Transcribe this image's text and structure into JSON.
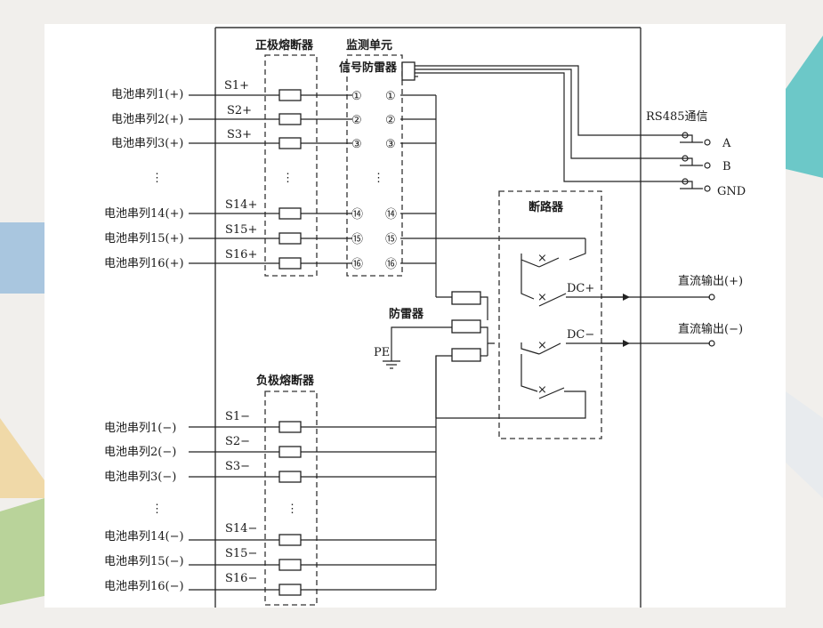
{
  "diagram": {
    "labels": {
      "pos_fuse": "正极熔断器",
      "neg_fuse": "负极熔断器",
      "monitor": "监测单元",
      "signal_surge": "信号防雷器",
      "breaker": "断路器",
      "surge": "防雷器",
      "rs485": "RS485通信",
      "pe": "PE",
      "dc_pos": "DC+",
      "dc_neg": "DC−",
      "out_pos": "直流输出(+)",
      "out_neg": "直流输出(−)",
      "term_a": "A",
      "term_b": "B",
      "term_gnd": "GND",
      "ellipsis": "⋮"
    },
    "pos_rows": [
      {
        "label": "电池串列1(+)",
        "s": "S1+",
        "num": "①"
      },
      {
        "label": "电池串列2(+)",
        "s": "S2+",
        "num": "②"
      },
      {
        "label": "电池串列3(+)",
        "s": "S3+",
        "num": "③"
      },
      {
        "label": "电池串列14(+)",
        "s": "S14+",
        "num": "⑭"
      },
      {
        "label": "电池串列15(+)",
        "s": "S15+",
        "num": "⑮"
      },
      {
        "label": "电池串列16(+)",
        "s": "S16+",
        "num": "⑯"
      }
    ],
    "neg_rows": [
      {
        "label": "电池串列1(−)",
        "s": "S1−"
      },
      {
        "label": "电池串列2(−)",
        "s": "S2−"
      },
      {
        "label": "电池串列3(−)",
        "s": "S3−"
      },
      {
        "label": "电池串列14(−)",
        "s": "S14−"
      },
      {
        "label": "电池串列15(−)",
        "s": "S15−"
      },
      {
        "label": "电池串列16(−)",
        "s": "S16−"
      }
    ]
  }
}
